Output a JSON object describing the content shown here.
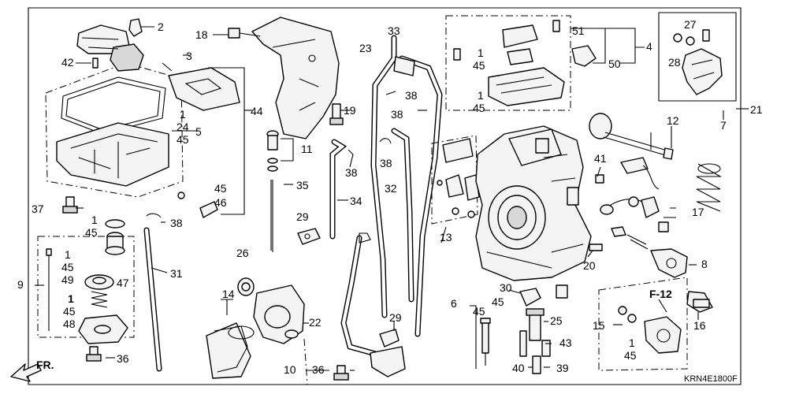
{
  "diagram": {
    "code": "KRN4E1800F",
    "direction": "FR.",
    "ref_label": "F-12",
    "callouts": {
      "c1a": "1",
      "c1b": "1",
      "c1c": "1",
      "c1d": "1",
      "c1e": "1",
      "c1f": "1",
      "c1g": "1",
      "c2": "2",
      "c3": "3",
      "c4": "4",
      "c5": "5",
      "c6": "6",
      "c7": "7",
      "c8": "8",
      "c9": "9",
      "c10": "10",
      "c11": "11",
      "c12": "12",
      "c13": "13",
      "c14": "14",
      "c15": "15",
      "c16": "16",
      "c17": "17",
      "c18": "18",
      "c19": "19",
      "c20": "20",
      "c21": "21",
      "c22": "22",
      "c23": "23",
      "c24": "24",
      "c25": "25",
      "c26": "26",
      "c27": "27",
      "c28": "28",
      "c29a": "29",
      "c29b": "29",
      "c30": "30",
      "c31": "31",
      "c32": "32",
      "c33": "33",
      "c34": "34",
      "c35": "35",
      "c36a": "36",
      "c36b": "36",
      "c37": "37",
      "c38a": "38",
      "c38b": "38",
      "c38c": "38",
      "c38d": "38",
      "c38e": "38",
      "c39": "39",
      "c40": "40",
      "c41": "41",
      "c42": "42",
      "c43": "43",
      "c44": "44",
      "c45a": "45",
      "c45b": "45",
      "c45c": "45",
      "c45d": "45",
      "c45e": "45",
      "c45f": "45",
      "c45g": "45",
      "c45h": "45",
      "c45i": "45",
      "c45j": "45",
      "c46": "46",
      "c47": "47",
      "c48": "48",
      "c49": "49",
      "c50": "50",
      "c51": "51"
    }
  }
}
